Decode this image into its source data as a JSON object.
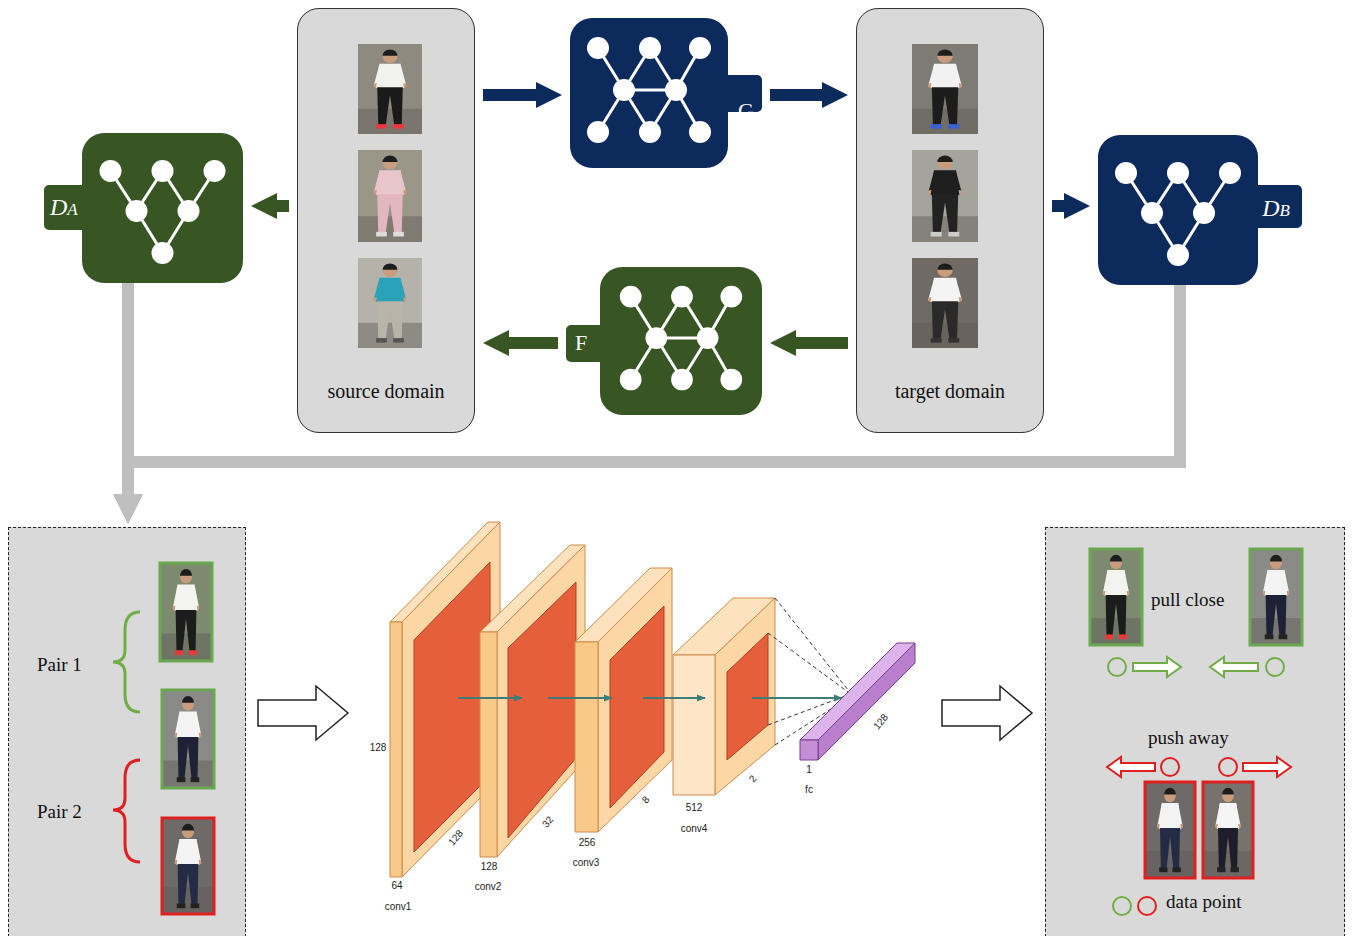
{
  "diagram": {
    "nodes": [
      {
        "text": [
          "source domain"
        ]
      },
      {
        "text": [
          "G"
        ]
      },
      {
        "text": [
          "target domain"
        ]
      },
      {
        "text": [
          "DB"
        ]
      },
      {
        "text": [
          "F"
        ]
      },
      {
        "text": [
          "DA"
        ]
      },
      {
        "text": [
          "Pair 1",
          "Pair 2"
        ]
      },
      {
        "text": [
          "pull close",
          "push away",
          "data point"
        ]
      }
    ],
    "edges": [
      {
        "from": 0,
        "to": 1,
        "arrow": "to"
      },
      {
        "from": 1,
        "to": 2,
        "arrow": "to"
      },
      {
        "from": 2,
        "to": 3,
        "arrow": "to"
      },
      {
        "from": 0,
        "to": 5,
        "arrow": "to"
      },
      {
        "from": 2,
        "to": 4,
        "arrow": "to"
      },
      {
        "from": 4,
        "to": 0,
        "arrow": "to"
      },
      {
        "from": 5,
        "to": 6,
        "arrow": "to"
      },
      {
        "from": 3,
        "to": 6,
        "arrow": "to"
      }
    ],
    "labels": [
      "128",
      "64",
      "conv1",
      "128",
      "128",
      "conv2",
      "32",
      "256",
      "conv3",
      "8",
      "512",
      "conv4",
      "2",
      "1",
      "fc",
      "128"
    ]
  }
}
